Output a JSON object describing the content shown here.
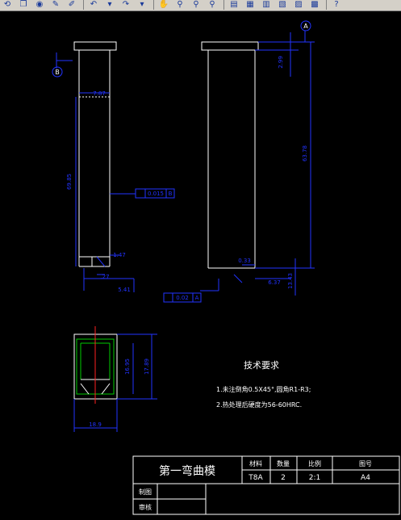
{
  "toolbar": {
    "buttons": [
      {
        "icon": "redraw-icon",
        "glyph": "⟲"
      },
      {
        "icon": "copy-icon",
        "glyph": "❐"
      },
      {
        "icon": "match-icon",
        "glyph": "◉"
      },
      {
        "icon": "brush-icon",
        "glyph": "✎"
      },
      {
        "icon": "edit-icon",
        "glyph": "✐"
      },
      {
        "icon": "undo-icon",
        "glyph": "↶"
      },
      {
        "icon": "dropdown-icon",
        "glyph": "▾"
      },
      {
        "icon": "redo-icon",
        "glyph": "↷"
      },
      {
        "icon": "dropdown-icon",
        "glyph": "▾"
      },
      {
        "icon": "pan-icon",
        "glyph": "✋"
      },
      {
        "icon": "zoom-realtime-icon",
        "glyph": "⚲"
      },
      {
        "icon": "zoom-window-icon",
        "glyph": "⚲"
      },
      {
        "icon": "zoom-previous-icon",
        "glyph": "⚲"
      },
      {
        "icon": "properties-icon",
        "glyph": "▤"
      },
      {
        "icon": "design-center-icon",
        "glyph": "▦"
      },
      {
        "icon": "tool-palette-icon",
        "glyph": "▥"
      },
      {
        "icon": "sheet-set-icon",
        "glyph": "▧"
      },
      {
        "icon": "markup-icon",
        "glyph": "▨"
      },
      {
        "icon": "calc-icon",
        "glyph": "▩"
      },
      {
        "icon": "help-icon",
        "glyph": "?"
      }
    ]
  },
  "drawing": {
    "dims": {
      "width_top": "7.87",
      "height_left": "69.85",
      "tolerance_box": "0.015",
      "tol_ref": "B",
      "chamfer1": "1.47",
      "chamfer2": ".27",
      "base_width": "5.41",
      "right_top": "2.99",
      "right_height": "63.78",
      "right_small": "0.33",
      "right_bottom_w": "6.37",
      "right_bottom_h": "13.43",
      "perp_box": "0.02",
      "perp_ref": "A",
      "section_h1": "16.95",
      "section_h2": "17.89",
      "section_w": "18.9"
    },
    "datums": {
      "a": "A",
      "b": "B"
    },
    "tech_title": "技术要求",
    "tech_notes": [
      "1.未注倒角0.5X45°,圆角R1-R3;",
      "2.热处理后硬度为56-60HRC."
    ],
    "title_block": {
      "part_name": "第一弯曲模",
      "headers": [
        "材料",
        "数量",
        "比例",
        "图号"
      ],
      "values": [
        "T8A",
        "2",
        "2:1",
        "A4"
      ],
      "draw_label": "制图",
      "review_label": "审核"
    }
  }
}
